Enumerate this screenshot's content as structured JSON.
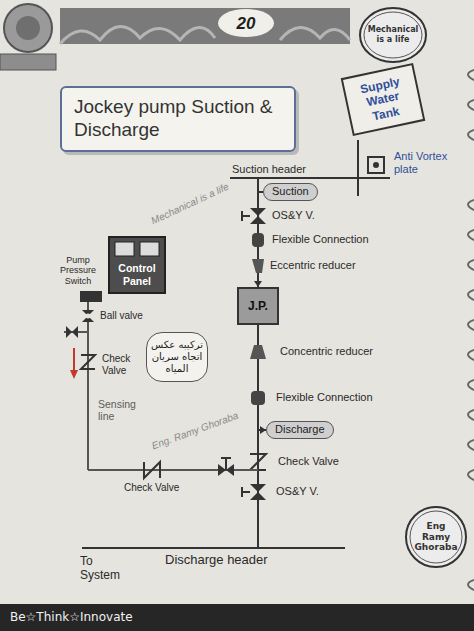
{
  "diagram": {
    "title": "Jockey pump Suction & Discharge",
    "nodes": [
      {
        "text": [
          "Mechanical is a life"
        ]
      },
      {
        "text": [
          "Supply Water Tank"
        ]
      },
      {
        "text": [
          "Suction"
        ]
      },
      {
        "text": [
          "J.P."
        ]
      },
      {
        "text": [
          "Control Panel"
        ]
      },
      {
        "text": [
          "تركيبه عكس اتجاه سريان المياه"
        ]
      },
      {
        "text": [
          "Discharge"
        ]
      },
      {
        "text": [
          "Eng Ramy Ghoraba"
        ]
      },
      {
        "text": [
          "Be☆Think☆Innovate"
        ]
      }
    ],
    "edges": [
      {
        "from": 2,
        "to": 3,
        "arrow": "to"
      },
      {
        "from": 3,
        "to": 6,
        "arrow": "to"
      }
    ],
    "labels": [
      "20",
      "Suction header",
      "Anti Vortex plate",
      "OS&Y V.",
      "Flexible Connection",
      "Eccentric reducer",
      "Concentric reducer",
      "Flexible Connection",
      "Check Valve",
      "OS&Y V.",
      "Pump Pressure Switch",
      "Ball valve",
      "Check Valve",
      "Sensing line",
      "Check Valve",
      "To System",
      "Discharge header",
      "Mechanical is a life",
      "Eng. Ramy Ghoraba"
    ]
  }
}
